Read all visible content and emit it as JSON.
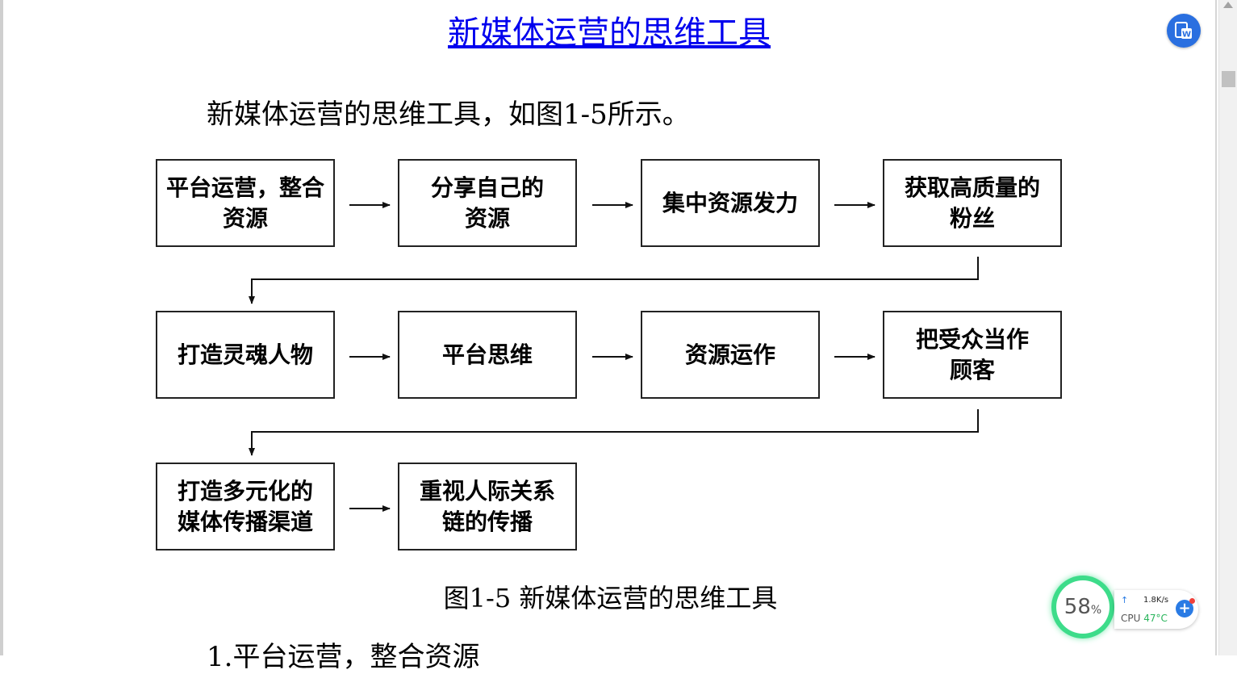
{
  "title": "新媒体运营的思维工具",
  "intro": "新媒体运营的思维工具，如图1-5所示。",
  "flow_boxes": [
    "平台运营，整合\n资源",
    "分享自己的\n资源",
    "集中资源发力",
    "获取高质量的\n粉丝",
    "打造灵魂人物",
    "平台思维",
    "资源运作",
    "把受众当作\n顾客",
    "打造多元化的\n媒体传播渠道",
    "重视人际关系\n链的传播"
  ],
  "caption": "图1-5 新媒体运营的思维工具",
  "section_heading": "1.平台运营，整合资源",
  "widget": {
    "percent": "58",
    "percent_unit": "%",
    "net_speed": "1.8K/s",
    "cpu_label": "CPU",
    "cpu_temp": "47°C"
  },
  "icons": {
    "word_button": "word-icon",
    "arrow_up": "arrow-up-icon",
    "plus": "plus-icon"
  }
}
